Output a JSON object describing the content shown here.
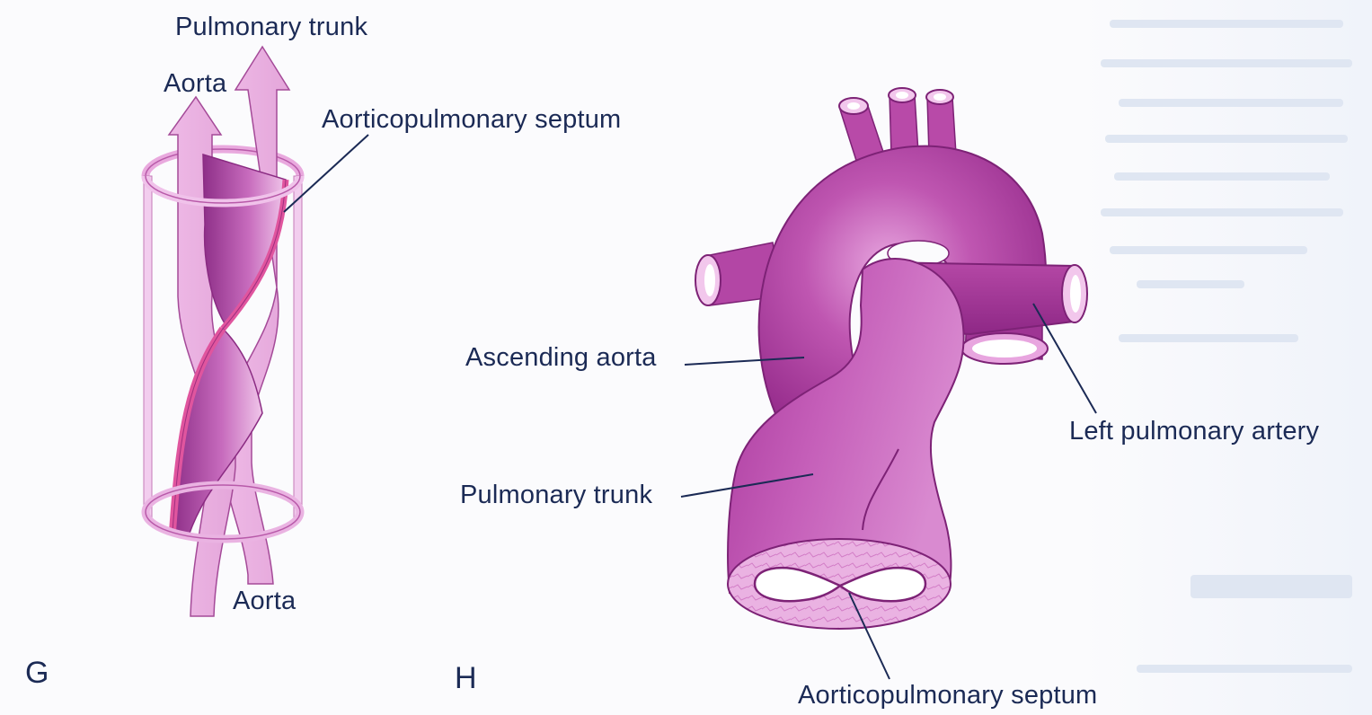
{
  "panel_g": {
    "letter": "G",
    "pulmonary_trunk_label": "Pulmonary trunk",
    "aorta_top_label": "Aorta",
    "septum_label": "Aorticopulmonary septum",
    "aorta_bottom_label": "Aorta"
  },
  "panel_h": {
    "letter": "H",
    "ascending_aorta_label": "Ascending aorta",
    "pulmonary_trunk_label": "Pulmonary trunk",
    "left_pulmonary_artery_label": "Left pulmonary artery",
    "septum_label": "Aorticopulmonary septum"
  },
  "colors": {
    "vessel_dark": "#9a2f8f",
    "vessel_mid": "#b84aa8",
    "vessel_light": "#e39ad6",
    "septum_pink": "#e0559e",
    "arrow_fill": "#eab3e2",
    "text": "#1b2a55"
  }
}
